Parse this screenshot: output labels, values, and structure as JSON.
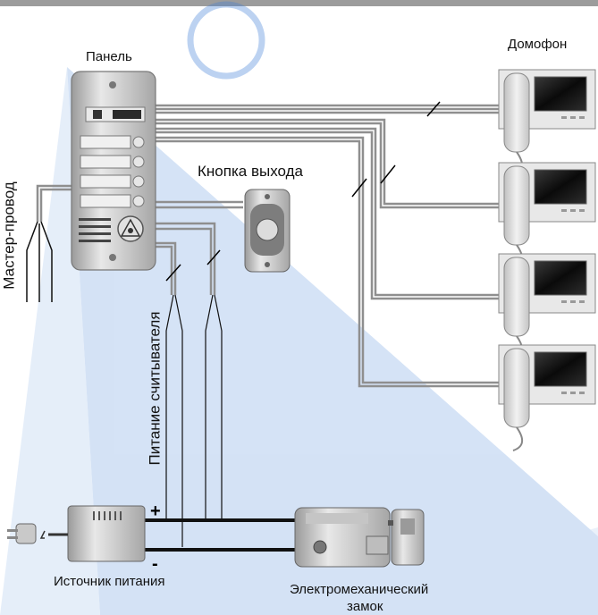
{
  "labels": {
    "panel": "Панель",
    "intercom": "Домофон",
    "exit_button": "Кнопка выхода",
    "master_wire": "Мастер-провод",
    "reader_power": "Питание считывателя",
    "power_supply": "Источник питания",
    "lock_line1": "Электромеханический",
    "lock_line2": "замок",
    "plus": "+",
    "minus": "-"
  },
  "watermark": "®",
  "colors": {
    "background": "#ffffff",
    "watermark": "#3f7fd6",
    "wire_gray": "#8f8f8f",
    "wire_black": "#111111",
    "device_body": "#d6d6d6",
    "screen": "#1a1a1a",
    "top_bar": "#9c9c9c"
  }
}
